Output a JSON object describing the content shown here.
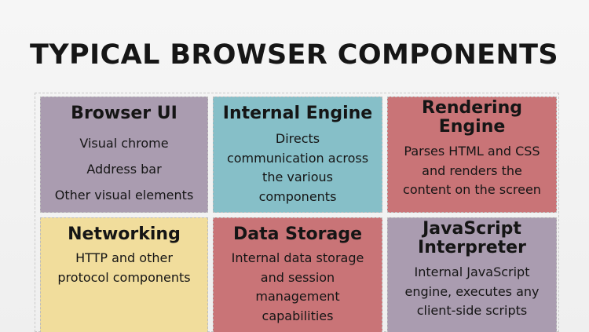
{
  "title": "TYPICAL BROWSER COMPONENTS",
  "colors": {
    "purple": "#aa9cb0",
    "teal": "#86bfc8",
    "red": "#c97477",
    "yellow": "#f1dd9c"
  },
  "cards": [
    {
      "heading": [
        "Browser UI"
      ],
      "lines": [
        "Visual chrome",
        "Address bar",
        "Other visual elements"
      ]
    },
    {
      "heading": [
        "Internal Engine"
      ],
      "lines": [
        "Directs",
        "communication across",
        "the various",
        "components"
      ]
    },
    {
      "heading": [
        "Rendering",
        "Engine"
      ],
      "lines": [
        "Parses HTML and CSS",
        "and renders the",
        "content on the screen"
      ]
    },
    {
      "heading": [
        "Networking"
      ],
      "lines": [
        "HTTP and other",
        "protocol components"
      ]
    },
    {
      "heading": [
        "Data Storage"
      ],
      "lines": [
        "Internal data storage",
        "and session",
        "management",
        "capabilities"
      ]
    },
    {
      "heading": [
        "JavaScript",
        "Interpreter"
      ],
      "lines": [
        "Internal JavaScript",
        "engine, executes any",
        "client-side scripts"
      ]
    }
  ]
}
